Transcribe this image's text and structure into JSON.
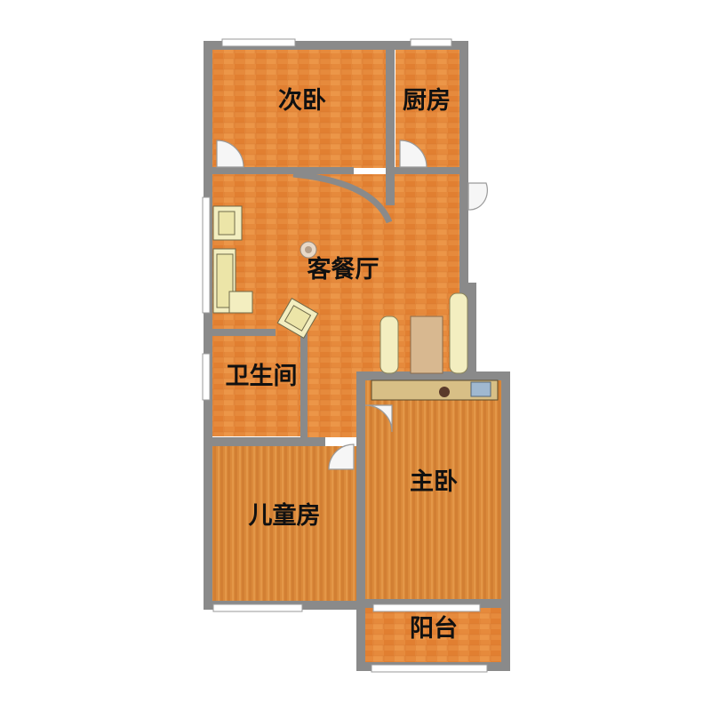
{
  "rooms": {
    "second_bedroom": "次卧",
    "kitchen": "厨房",
    "living_dining": "客餐厅",
    "bathroom": "卫生间",
    "master_bedroom": "主卧",
    "kids_room": "儿童房",
    "balcony": "阳台"
  },
  "colors": {
    "wall": "#8a8a8a",
    "floor_tile": "#e58a3c",
    "floor_wood": "#d9873a",
    "furniture": "#f3eec0",
    "desk": "#d8bf86",
    "background": "#ffffff"
  },
  "icons": [
    "door-swing-icon",
    "sofa-icon",
    "armchair-icon",
    "plant-icon",
    "window-icon",
    "dining-table-icon",
    "bench-icon"
  ]
}
